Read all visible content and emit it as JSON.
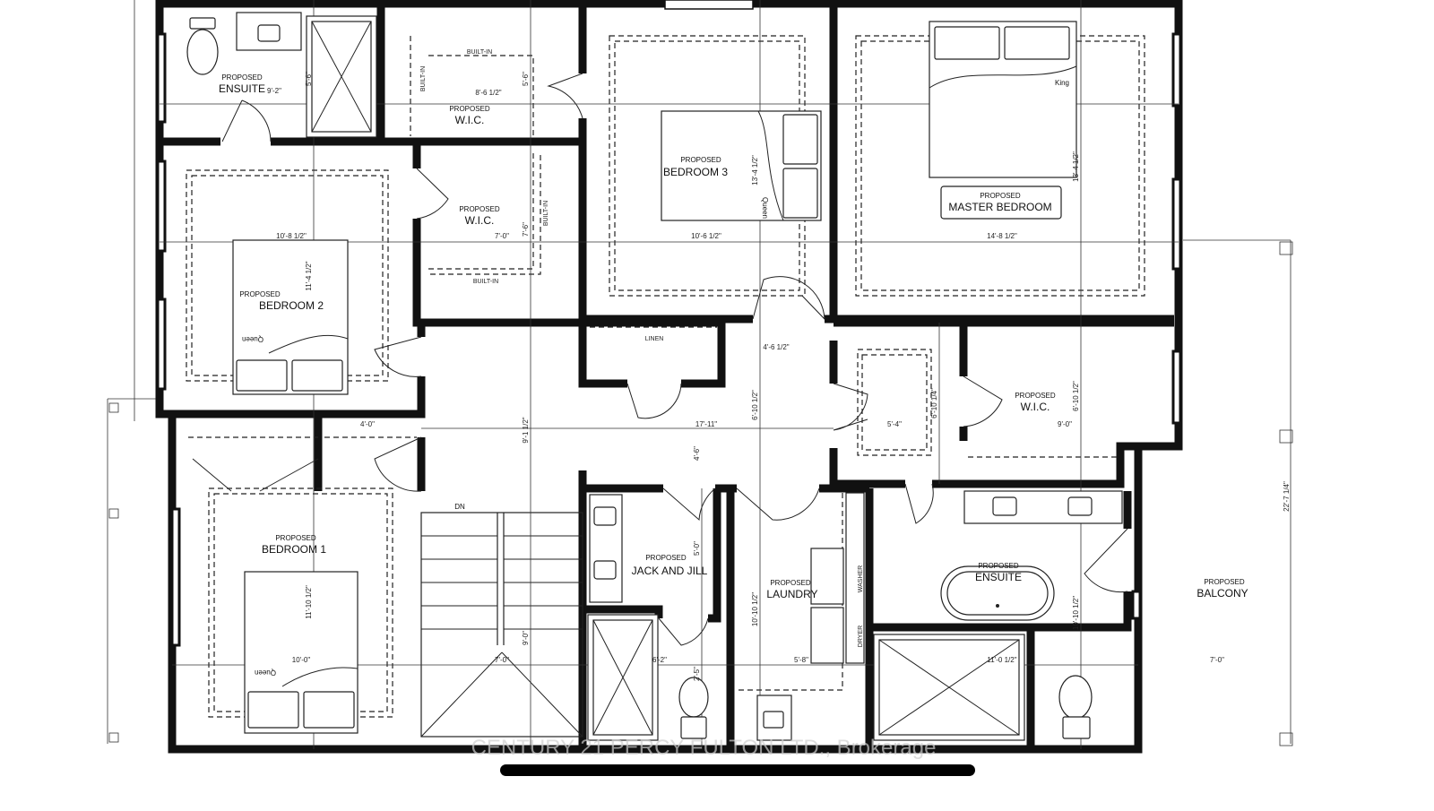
{
  "rooms": {
    "ensuite_top": {
      "tag": "PROPOSED",
      "name": "ENSUITE",
      "dims": [
        "9'-2\"",
        "5'-6\""
      ]
    },
    "wic_top": {
      "tag": "PROPOSED",
      "name": "W.I.C.",
      "note": "BUILT-IN",
      "note_side": "BUILT-IN",
      "dims": [
        "8'-6 1/2\"",
        "5'-6\""
      ]
    },
    "bedroom3": {
      "tag": "PROPOSED",
      "name": "BEDROOM 3",
      "bed": "Queen",
      "dims": [
        "10'-6 1/2\"",
        "13'-4 1/2\""
      ]
    },
    "master": {
      "tag": "PROPOSED",
      "name": "MASTER BEDROOM",
      "bed": "King",
      "dims": [
        "14'-8 1/2\"",
        "13'-4 1/2\""
      ]
    },
    "wic_mid": {
      "tag": "PROPOSED",
      "name": "W.I.C.",
      "note_bottom": "BUILT-IN",
      "note_side": "BUILT-IN",
      "dims": [
        "7'-0\"",
        "7'-6\""
      ]
    },
    "bedroom2": {
      "tag": "PROPOSED",
      "name": "BEDROOM 2",
      "bed": "Queen",
      "dims": [
        "10'-8 1/2\"",
        "11'-4 1/2\""
      ]
    },
    "hall": {
      "linen": "LINEN",
      "dims": [
        "4'-6 1/2\"",
        "6'-10 1/2\"",
        "17'-11\"",
        "4'-6\"",
        "9'-1 1/2\""
      ]
    },
    "wic_right": {
      "tag": "PROPOSED",
      "name": "W.I.C.",
      "dims": [
        "9'-0\"",
        "6'-10 1/2\""
      ]
    },
    "closet_small": {
      "dims": [
        "5'-4\"",
        "6'-10 1/4\""
      ]
    },
    "bedroom1": {
      "tag": "PROPOSED",
      "name": "BEDROOM 1",
      "bed": "Queen",
      "dims": [
        "10'-0\"",
        "11'-10 1/2\"",
        "4'-0\""
      ]
    },
    "stairs": {
      "label": "DN",
      "dims": [
        "7'-0\"",
        "9'-0\""
      ]
    },
    "jack_and_jill": {
      "tag": "PROPOSED",
      "name": "JACK AND JILL",
      "dims": [
        "6'-2\"",
        "5'-0\"",
        "2'-5\""
      ]
    },
    "laundry": {
      "tag": "PROPOSED",
      "name": "LAUNDRY",
      "washer": "WASHER",
      "dryer": "DRYER",
      "dims": [
        "5'-8\"",
        "10'-10 1/2\""
      ]
    },
    "ensuite_bottom": {
      "tag": "PROPOSED",
      "name": "ENSUITE",
      "dims": [
        "11'-0 1/2\"",
        "10'-10 1/2\""
      ]
    },
    "balcony": {
      "tag": "PROPOSED",
      "name": "BALCONY",
      "dims": [
        "7'-0\"",
        "22'-7 1/4\""
      ]
    }
  },
  "watermark": "CENTURY 21 PERCY FULTON LTD., Brokerage"
}
